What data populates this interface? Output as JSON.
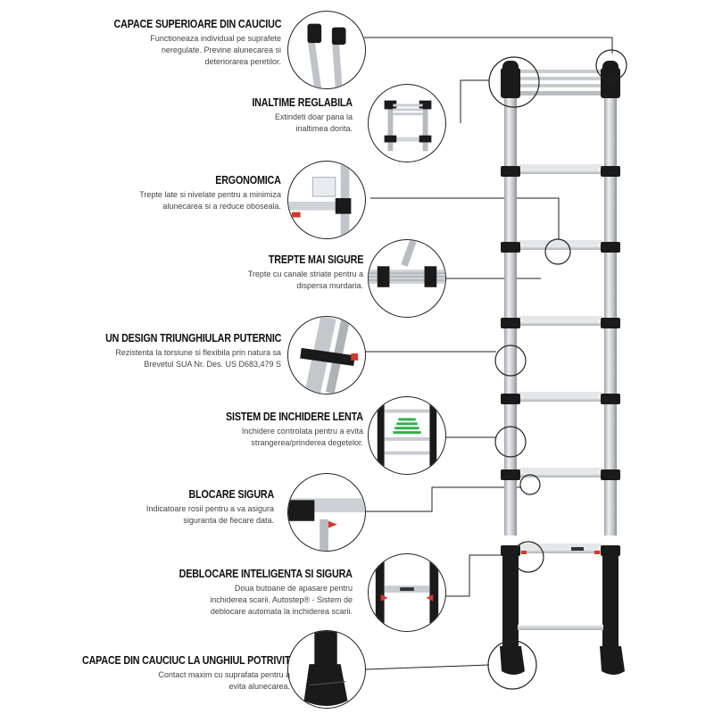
{
  "features": [
    {
      "title": "CAPACE SUPERIOARE DIN CAUCIUC",
      "desc": "Functioneaza individual pe suprafete\nneregulate. Previne alunecarea si\ndeteriorarea peretilor.",
      "icon": "rubber-top-caps-photo"
    },
    {
      "title": "INALTIME REGLABILA",
      "desc": "Extindeti doar pana la\ninaltimea dorita.",
      "icon": "adjustable-height-photo"
    },
    {
      "title": "ERGONOMICA",
      "desc": "Trepte late si nivelate pentru a minimiza\nalunecarea si a reduce oboseala.",
      "icon": "ergonomic-steps-photo"
    },
    {
      "title": "TREPTE MAI SIGURE",
      "desc": "Trepte cu canale striate pentru a\ndispersa murdaria.",
      "icon": "safer-steps-photo"
    },
    {
      "title": "UN DESIGN TRIUNGHIULAR PUTERNIC",
      "desc": "Rezistenta la torsiune si flexibila prin natura sa\nBrevetul SUA Nr. Des. US D683,479 S",
      "icon": "triangular-design-photo"
    },
    {
      "title": "SISTEM DE INCHIDERE LENTA",
      "desc": "Inchidere controlata pentru a evita\nstrangerea/prinderea degetelor.",
      "icon": "soft-close-photo"
    },
    {
      "title": "BLOCARE SIGURA",
      "desc": "Indicatoare rosii pentru a va asigura\nsiguranta de fiecare data.",
      "icon": "safe-lock-photo"
    },
    {
      "title": "DEBLOCARE INTELIGENTA SI SIGURA",
      "desc": "Doua butoane de apasare pentru\ninchiderea scarii. Autostep® - Sistem de\ndeblocare automata la inchiderea scarii.",
      "icon": "smart-unlock-photo"
    },
    {
      "title": "CAPACE DIN CAUCIUC LA UNGHIUL POTRIVIT",
      "desc": "Contact maxim cu suprafata pentru a\nevita alunecarea.",
      "icon": "rubber-feet-photo"
    }
  ],
  "colors": {
    "rail": "#c9ccd0",
    "rubber": "#1a1a1a",
    "lock": "#d9362b",
    "soft_close": "#2fb24a"
  }
}
